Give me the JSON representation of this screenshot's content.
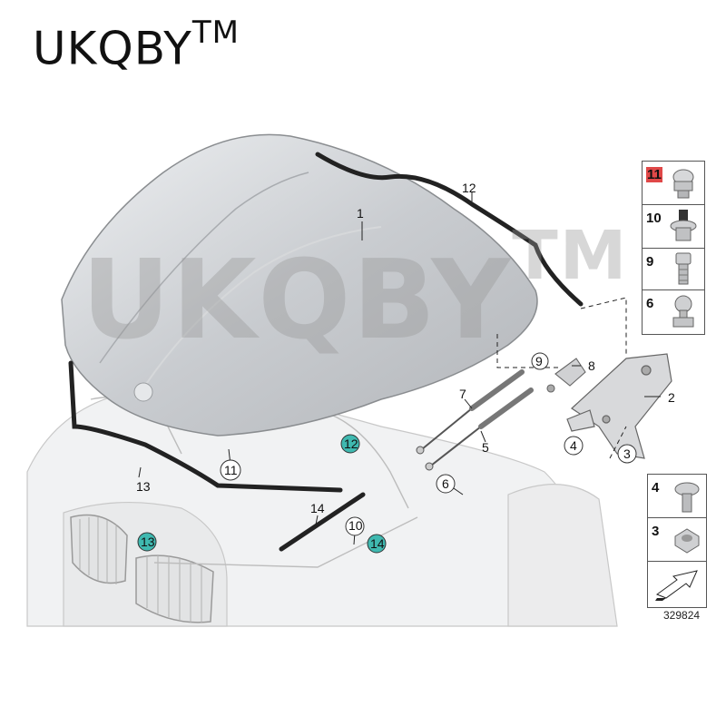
{
  "brand": {
    "text": "UKQBY",
    "mark": "TM"
  },
  "watermark": {
    "text": "UKQBY",
    "mark": "TM"
  },
  "callouts": {
    "c1": "1",
    "c2": "2",
    "c3": "3",
    "c4": "4",
    "c5": "5",
    "c6": "6",
    "c7": "7",
    "c8": "8",
    "c9": "9",
    "c10": "10",
    "c11": "11",
    "c12": "12",
    "c12b": "12",
    "c13": "13",
    "c13b": "13",
    "c14": "14",
    "c14b": "14"
  },
  "legend_top": [
    "11",
    "10",
    "9",
    "6"
  ],
  "legend_bottom": [
    "4",
    "3"
  ],
  "ref_number": "329824",
  "colors": {
    "highlight_teal": "#3fb9b0",
    "highlight_red": "#e04848"
  }
}
